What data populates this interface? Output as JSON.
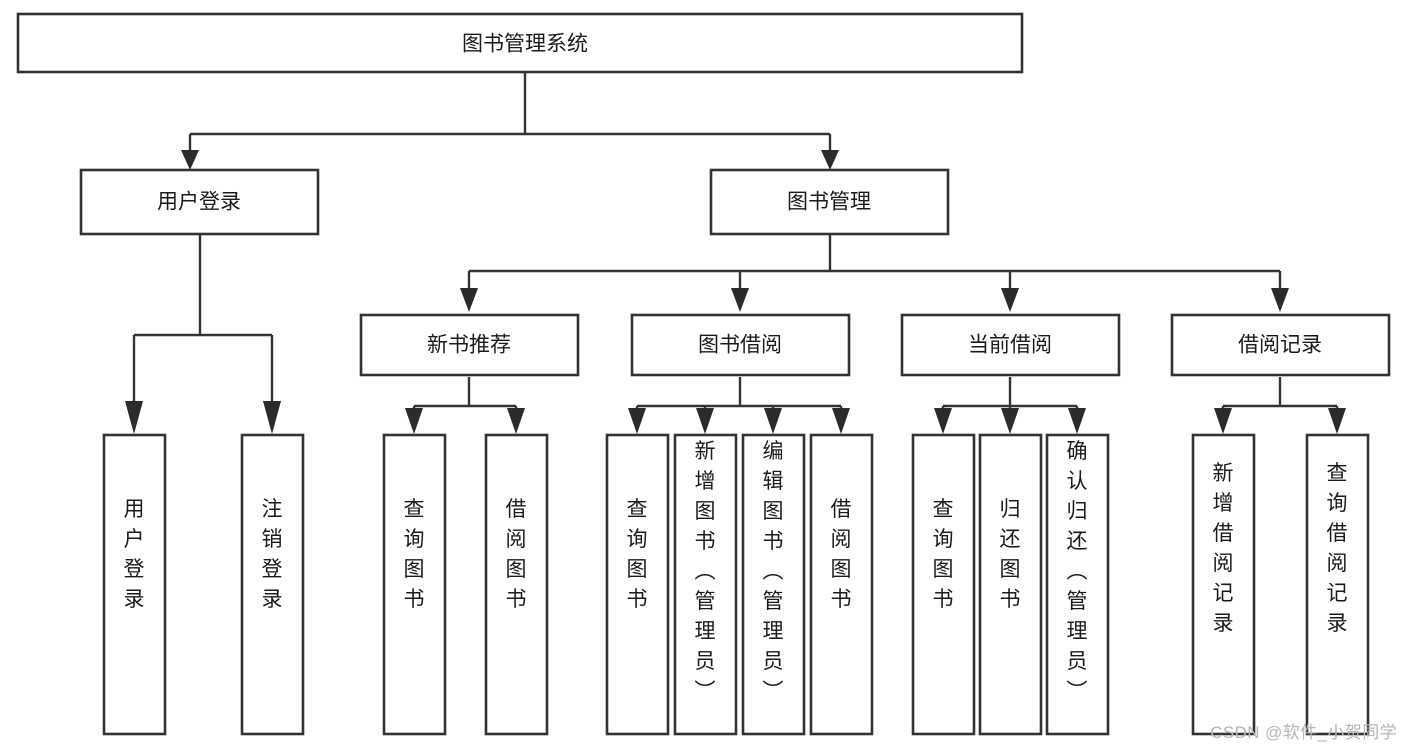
{
  "diagram": {
    "type": "tree-hierarchy",
    "title": "图书管理系统",
    "watermark": "CSDN @软件_小贺同学",
    "colors": {
      "background": "#ffffff",
      "box_fill": "#ffffff",
      "box_stroke": "#333333",
      "text": "#1b1b1b",
      "watermark": "#b6b6b6"
    },
    "levels": {
      "root": {
        "label": "图书管理系统",
        "orientation": "horizontal"
      },
      "level2": [
        {
          "label": "用户登录",
          "orientation": "horizontal"
        },
        {
          "label": "图书管理",
          "orientation": "horizontal"
        }
      ],
      "level3": [
        {
          "label": "新书推荐",
          "orientation": "horizontal"
        },
        {
          "label": "图书借阅",
          "orientation": "horizontal"
        },
        {
          "label": "当前借阅",
          "orientation": "horizontal"
        },
        {
          "label": "借阅记录",
          "orientation": "horizontal"
        }
      ],
      "leaves": {
        "user_login": [
          {
            "label": "用户登录",
            "orientation": "vertical"
          },
          {
            "label": "注销登录",
            "orientation": "vertical"
          }
        ],
        "new_book_recommend": [
          {
            "label": "查询图书",
            "orientation": "vertical"
          },
          {
            "label": "借阅图书",
            "orientation": "vertical"
          }
        ],
        "book_borrow": [
          {
            "label": "查询图书",
            "orientation": "vertical"
          },
          {
            "label": "新增图书（管理员）",
            "orientation": "vertical"
          },
          {
            "label": "编辑图书（管理员）",
            "orientation": "vertical"
          },
          {
            "label": "借阅图书",
            "orientation": "vertical"
          }
        ],
        "current_borrow": [
          {
            "label": "查询图书",
            "orientation": "vertical"
          },
          {
            "label": "归还图书",
            "orientation": "vertical"
          },
          {
            "label": "确认归还（管理员）",
            "orientation": "vertical"
          }
        ],
        "borrow_record": [
          {
            "label": "新增借阅记录",
            "orientation": "vertical"
          },
          {
            "label": "查询借阅记录",
            "orientation": "vertical"
          }
        ]
      }
    }
  }
}
